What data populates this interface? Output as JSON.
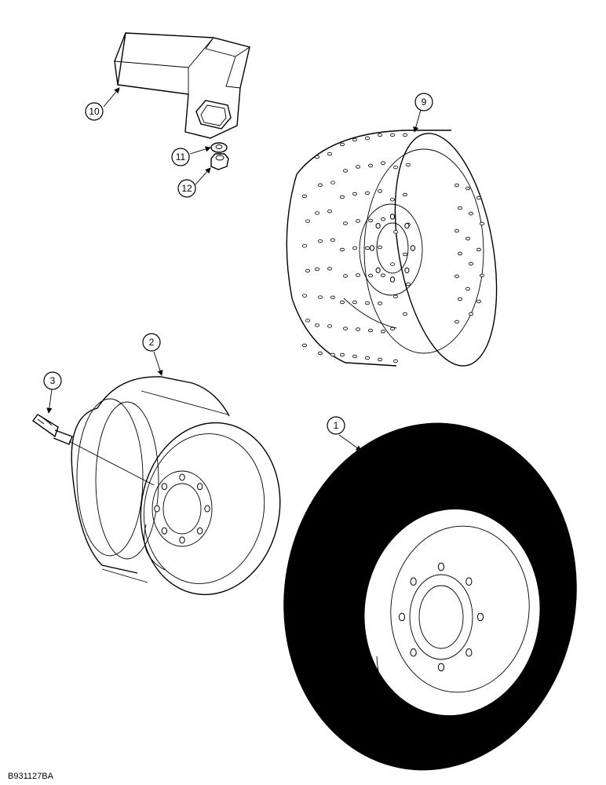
{
  "callouts": [
    {
      "id": "1",
      "label": "1"
    },
    {
      "id": "2",
      "label": "2"
    },
    {
      "id": "3",
      "label": "3"
    },
    {
      "id": "9",
      "label": "9"
    },
    {
      "id": "10",
      "label": "10"
    },
    {
      "id": "11",
      "label": "11"
    },
    {
      "id": "12",
      "label": "12"
    }
  ],
  "drawing_code": "B931127BA",
  "colors": {
    "ink": "#000000",
    "paper": "#ffffff"
  }
}
